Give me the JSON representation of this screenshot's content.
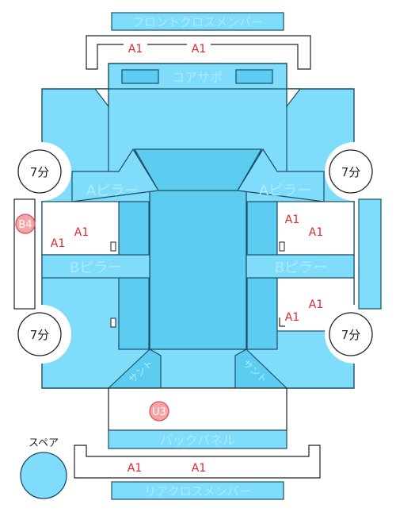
{
  "colors": {
    "panel": "#7fdcfa",
    "panel_dark": "#5ccdf1",
    "outline": "#1f4d63",
    "label_text": "#a9ecff",
    "damage_text": "#e02828",
    "badge_fill": "#f6a3a8",
    "badge_stroke": "#e0505a",
    "badge_text": "#ffffff",
    "time_text": "#222222"
  },
  "labels": {
    "front_cross_member": "フロントクロスメンバー",
    "core_support": "コアサポ",
    "a_pillar_left": "Aピラー",
    "a_pillar_right": "Aピラー",
    "b_pillar_left": "Bピラー",
    "b_pillar_right": "Bピラー",
    "back_panel": "バックパネル",
    "rear_cross_member": "リアクロスメンバー",
    "spare": "スペア",
    "shock_left": "サント",
    "shock_right": "サント"
  },
  "repair_times": {
    "front_left": "7分",
    "front_right": "7分",
    "rear_left": "7分",
    "rear_right": "7分"
  },
  "damage_marks": {
    "front_member_1": "A1",
    "front_member_2": "A1",
    "left_front_door_1": "A1",
    "left_front_door_2": "A1",
    "right_front_door_1": "A1",
    "right_front_door_2": "A1",
    "right_rear_door_1": "A1",
    "right_rear_door_2": "A1",
    "rear_member_1": "A1",
    "rear_member_2": "A1"
  },
  "badges": {
    "left_rocker": "B4",
    "trunk_floor": "U3"
  }
}
